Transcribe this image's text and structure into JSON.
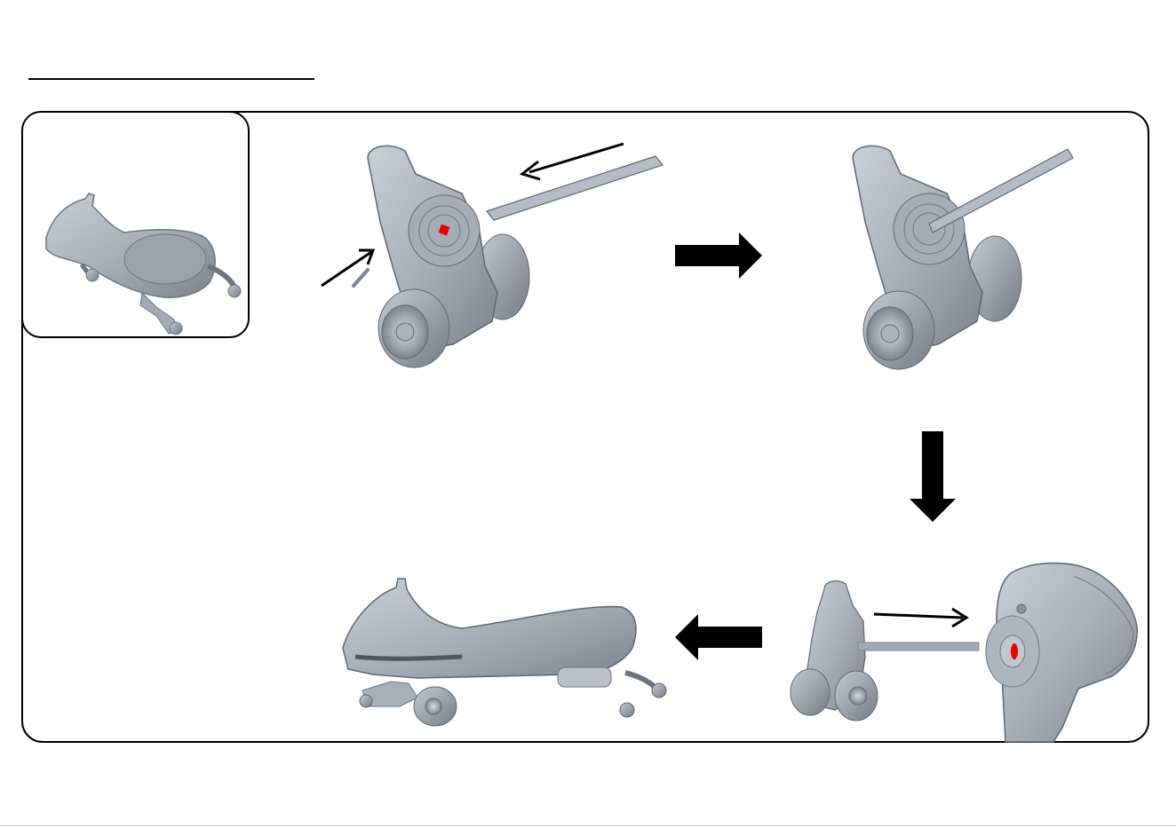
{
  "page": {
    "title": "",
    "colors": {
      "part_fill": "#a9b1bb",
      "part_dark": "#6d747d",
      "part_light": "#d3d8de",
      "highlight": "#e60000",
      "ink": "#000000"
    }
  },
  "steps": [
    {
      "name": "overview-toy-car"
    },
    {
      "name": "insert-rod-and-pin"
    },
    {
      "name": "rod-inserted"
    },
    {
      "name": "attach-to-body"
    },
    {
      "name": "assembled-car"
    }
  ],
  "arrows": [
    {
      "name": "step-arrow-right",
      "direction": "right"
    },
    {
      "name": "step-arrow-down",
      "direction": "down"
    },
    {
      "name": "step-arrow-left",
      "direction": "left"
    }
  ]
}
